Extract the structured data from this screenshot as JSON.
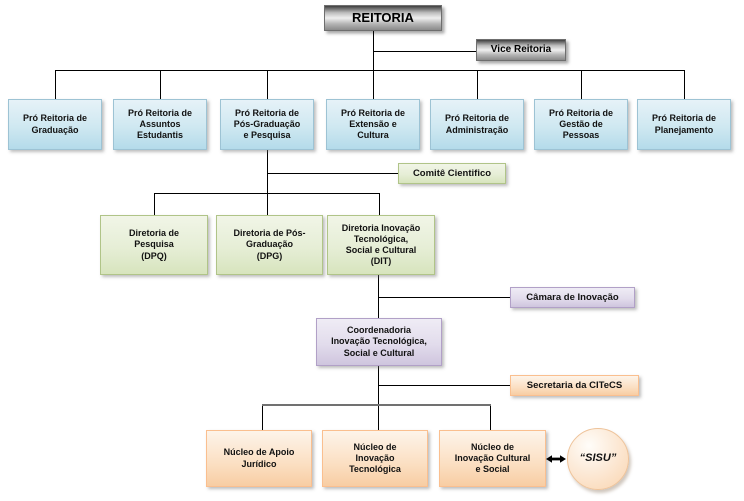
{
  "org_chart": {
    "reitoria": {
      "label": "REITORIA"
    },
    "vice_reitoria": {
      "label": "Vice Reitoria"
    },
    "pro_reitorias": [
      {
        "label": "Pró Reitoria de\nGraduação"
      },
      {
        "label": "Pró Reitoria de\nAssuntos\nEstudantis"
      },
      {
        "label": "Pró Reitoria de\nPós-Graduação\ne Pesquisa"
      },
      {
        "label": "Pró Reitoria de\nExtensão e\nCultura"
      },
      {
        "label": "Pró Reitoria de\nAdministração"
      },
      {
        "label": "Pró Reitoria de\nGestão de\nPessoas"
      },
      {
        "label": "Pró Reitoria de\nPlanejamento"
      }
    ],
    "comite_cientifico": {
      "label": "Comitê Cientifico"
    },
    "diretorias": [
      {
        "label": "Diretoria de\nPesquisa\n(DPQ)"
      },
      {
        "label": "Diretoria de Pós-\nGraduação\n(DPG)"
      },
      {
        "label": "Diretoria Inovação\nTecnológica,\nSocial e Cultural\n(DIT)"
      }
    ],
    "camara_inovacao": {
      "label": "Câmara de Inovação"
    },
    "coordenadoria": {
      "label": "Coordenadoria\nInovação Tecnológica,\nSocial e Cultural"
    },
    "secretaria_citecs": {
      "label": "Secretaria da CITeCS"
    },
    "nucleos": [
      {
        "label": "Núcleo de Apoio\nJurídico"
      },
      {
        "label": "Núcleo de\nInovação\nTecnológica"
      },
      {
        "label": "Núcleo de\nInovação Cultural\ne Social"
      }
    ],
    "sisu": {
      "label": "“SISU”"
    },
    "icons": {
      "double_arrow": "↔"
    },
    "colors": {
      "metal_top": "#3f3f3f",
      "blue_fill": "#cfe8f1",
      "blue_border": "#9dc3d4",
      "green_fill": "#e6eed6",
      "green_border": "#b0c488",
      "purple_fill": "#e2dcec",
      "purple_border": "#b1a0c7",
      "orange_fill": "#fbdfc2",
      "orange_border": "#fabf8f",
      "connector": "#000000",
      "bus_connector": "#717171"
    }
  }
}
